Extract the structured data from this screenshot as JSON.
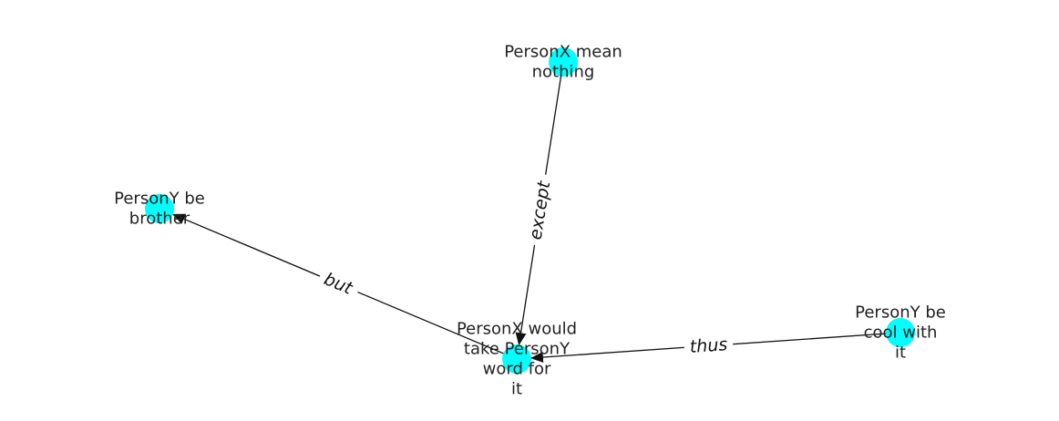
{
  "nodes": [
    {
      "id": "n1",
      "label": [
        "PersonX mean",
        "nothing"
      ]
    },
    {
      "id": "n2",
      "label": [
        "PersonY be",
        "brother"
      ]
    },
    {
      "id": "n3",
      "label": [
        "PersonX would",
        "take PersonY",
        "word for",
        "it"
      ]
    },
    {
      "id": "n4",
      "label": [
        "PersonY be",
        "cool with",
        "it"
      ]
    }
  ],
  "edges": [
    {
      "from": "n1",
      "to": "n3",
      "label": "except"
    },
    {
      "from": "n3",
      "to": "n2",
      "label": "but"
    },
    {
      "from": "n4",
      "to": "n3",
      "label": "thus"
    }
  ],
  "colors": {
    "node": "#00ffff",
    "edge": "#111111",
    "text": "#222222"
  }
}
